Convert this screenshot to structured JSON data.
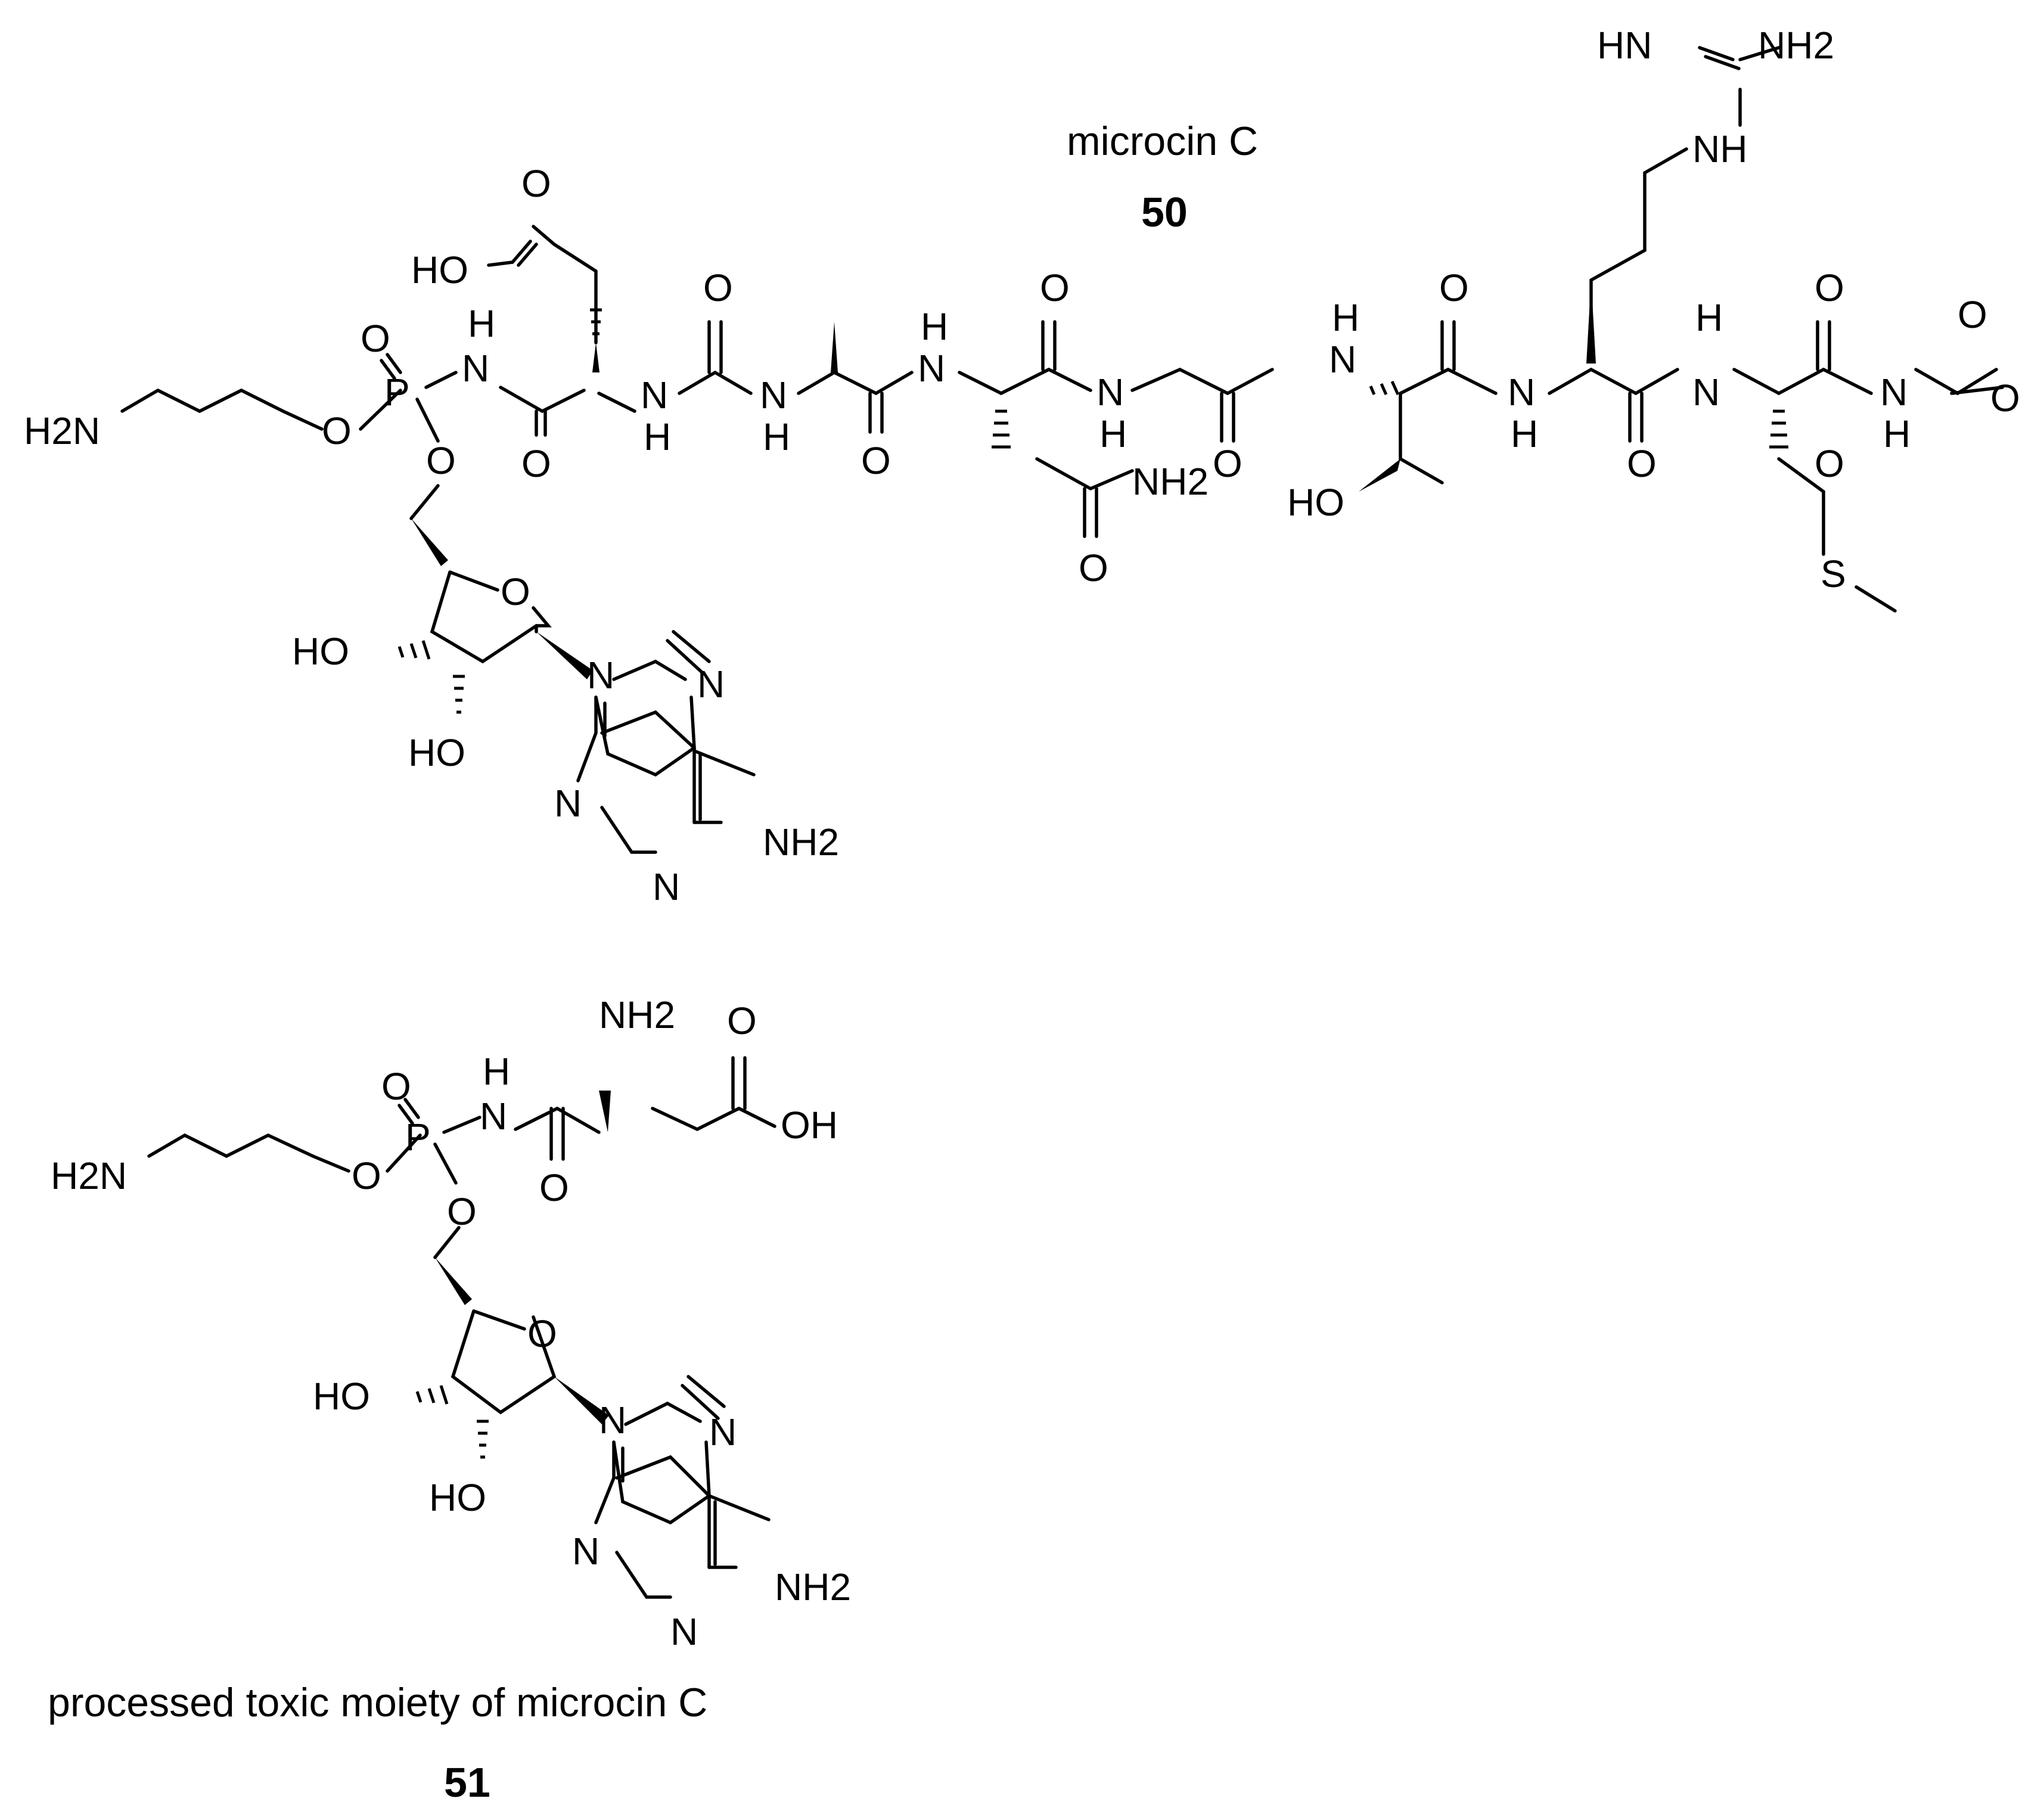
{
  "compounds": [
    {
      "name": "microcin C",
      "number": "50",
      "atom_labels": [
        "HN",
        "NH2",
        "NH",
        "O",
        "HO",
        "O",
        "H",
        "N",
        "O",
        "P",
        "O",
        "H2N",
        "O",
        "O",
        "N",
        "H",
        "O",
        "N",
        "H",
        "O",
        "N",
        "H",
        "O",
        "N",
        "H",
        "O",
        "NH2",
        "O",
        "N",
        "H",
        "O",
        "N",
        "H",
        "O",
        "HO",
        "N",
        "H",
        "O",
        "O",
        "N",
        "H",
        "O",
        "S",
        "O",
        "HO",
        "HO",
        "N",
        "N",
        "N",
        "N",
        "NH2"
      ]
    },
    {
      "name": "processed toxic moiety of microcin C",
      "number": "51",
      "atom_labels": [
        "NH2",
        "O",
        "O",
        "H",
        "N",
        "P",
        "OH",
        "H2N",
        "O",
        "O",
        "O",
        "O",
        "HO",
        "N",
        "N",
        "HO",
        "N",
        "N",
        "NH2"
      ]
    }
  ]
}
